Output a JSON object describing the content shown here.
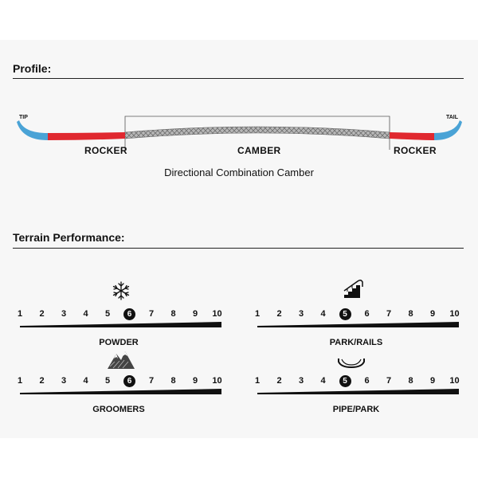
{
  "profile": {
    "title": "Profile:",
    "tip_label": "TIP",
    "tail_label": "TAIL",
    "rocker_left_label": "ROCKER",
    "camber_label": "CAMBER",
    "rocker_right_label": "ROCKER",
    "caption": "Directional Combination Camber",
    "colors": {
      "tip_tail": "#4aa3d6",
      "rocker": "#e0282f",
      "camber": "#9a9a9a"
    }
  },
  "terrain": {
    "title": "Terrain Performance:",
    "scale_numbers": [
      "1",
      "2",
      "3",
      "4",
      "5",
      "6",
      "7",
      "8",
      "9",
      "10"
    ],
    "ratings": [
      {
        "label": "POWDER",
        "value": 6,
        "icon": "snowflake-icon"
      },
      {
        "label": "PARK/RAILS",
        "value": 5,
        "icon": "stairs-rail-icon"
      },
      {
        "label": "GROOMERS",
        "value": 6,
        "icon": "mountain-icon"
      },
      {
        "label": "PIPE/PARK",
        "value": 5,
        "icon": "halfpipe-icon"
      }
    ]
  }
}
